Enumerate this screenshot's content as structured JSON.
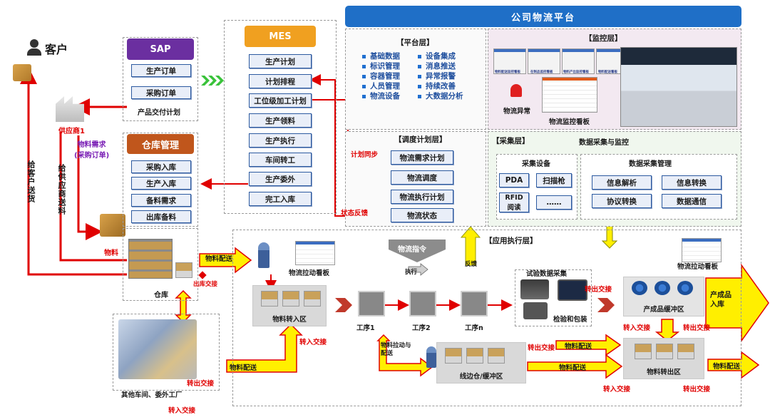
{
  "customer": {
    "label": "客户",
    "deliver_text": "给客户送货"
  },
  "supplier": {
    "label": "供应商1",
    "demand": "物料需求\n(采购订单)",
    "feed_text": "给供应商送料",
    "material": "物料"
  },
  "sap": {
    "title": "SAP",
    "items": [
      "生产订单",
      "采购订单"
    ],
    "caption": "产品交付计划"
  },
  "mes": {
    "title": "MES",
    "items": [
      "生产计划",
      "计划排程",
      "工位级加工计划",
      "生产领料",
      "生产执行",
      "车间转工",
      "生产委外",
      "完工入库"
    ]
  },
  "warehouse_mgmt": {
    "title": "仓库管理",
    "items": [
      "采购入库",
      "生产入库",
      "备料需求",
      "出库备料"
    ]
  },
  "warehouse": {
    "label": "仓库",
    "out_transfer": "出库交接"
  },
  "platform": {
    "title": "公司物流平台",
    "platform_layer": {
      "title": "【平台层】",
      "left": [
        "基础数据",
        "标识管理",
        "容器管理",
        "人员管理",
        "物流设备"
      ],
      "right": [
        "设备集成",
        "消息推送",
        "异常报警",
        "持续改善",
        "大数据分析"
      ]
    },
    "monitor_layer": {
      "title": "【监控层】",
      "logistics_exception": "物流异常",
      "board": "物流监控看板",
      "thumbs": [
        "物料配送监控看板",
        "在制品监控看板",
        "物料产出监控看板",
        "物料配送看板"
      ]
    },
    "dispatch_layer": {
      "title": "【调度计划层】",
      "items": [
        "物流需求计划",
        "物流调度",
        "物流执行计划",
        "物流状态"
      ]
    },
    "collect_layer": {
      "title": "【采集层】",
      "device_title": "采集设备",
      "devices": [
        "PDA",
        "扫描枪",
        "RFID\n阅读",
        "……"
      ],
      "mgmt_title": "数据采集管理",
      "mgmt": [
        "信息解析",
        "信息转换",
        "协议转换",
        "数据通信"
      ]
    },
    "data_collect_monitor": "数据采集与监控",
    "plan_sync": "计划同步",
    "status_feedback": "状态反馈"
  },
  "execution": {
    "title": "【应用执行层】",
    "command": "物流指令",
    "execute": "执行",
    "feedback": "反馈",
    "test_collect": "试验数据采集",
    "inspect_pack": "检验和包装",
    "pull_board": "物流拉动看板",
    "pull_board2": "物流拉动看板",
    "material_delivery": "物料配送",
    "material_in_zone": "物料转入区",
    "steps": [
      "工序1",
      "工序2",
      "工序n"
    ],
    "out_transfer": "转出交接",
    "in_transfer": "转入交接",
    "buffer_zone": "线边仓/缓冲区",
    "product_buffer": "产成品缓冲区",
    "material_out_zone": "物料转出区",
    "product_to_store": "产成品入库",
    "pull_delivery": "物料拉动与配送",
    "other_workshops": "其他车间、委外工厂"
  }
}
